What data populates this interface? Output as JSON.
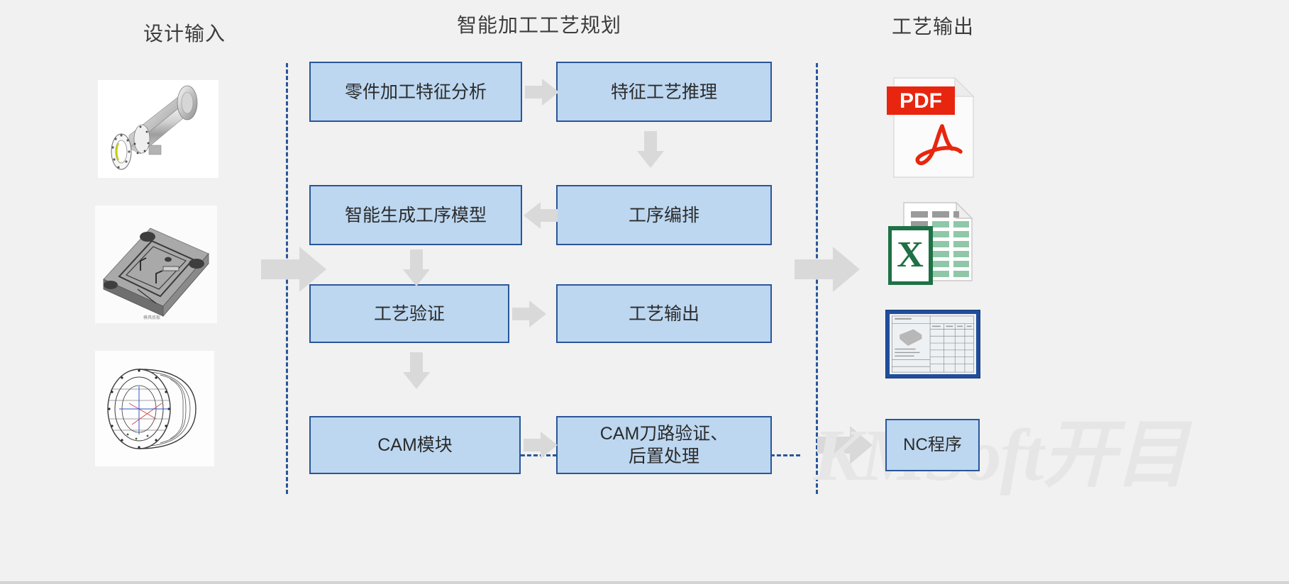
{
  "page": {
    "background_color": "#f1f1f1",
    "box_fill": "#bdd7f0",
    "box_border": "#2a5699",
    "arrow_color": "#d9d9d9",
    "dash_color": "#2a5699",
    "watermark_text": "KMSoft开目"
  },
  "columns": {
    "input_title": "设计输入",
    "center_title": "智能加工工艺规划",
    "output_title": "工艺输出"
  },
  "process_boxes": [
    {
      "id": "feature-analysis",
      "label": "零件加工特征分析"
    },
    {
      "id": "feature-reasoning",
      "label": "特征工艺推理"
    },
    {
      "id": "generate-process-model",
      "label": "智能生成工序模型"
    },
    {
      "id": "process-sequencing",
      "label": "工序编排"
    },
    {
      "id": "process-verification",
      "label": "工艺验证"
    },
    {
      "id": "process-output",
      "label": "工艺输出"
    },
    {
      "id": "cam-module",
      "label": "CAM模块"
    },
    {
      "id": "cam-path-verification",
      "label": "CAM刀路验证、\n后置处理"
    }
  ],
  "output_box": {
    "label": "NC程序"
  },
  "input_thumbnails": [
    {
      "id": "cylindrical-flange-part",
      "alt": "圆柱法兰零件三维模型"
    },
    {
      "id": "mold-base-plate",
      "alt": "模具底板三维模型"
    },
    {
      "id": "engine-casing",
      "alt": "机匣回转体三维模型"
    }
  ],
  "output_icons": [
    {
      "id": "pdf-file",
      "label": "PDF"
    },
    {
      "id": "excel-file",
      "label": "X"
    },
    {
      "id": "drawing-sheet",
      "label": ""
    }
  ],
  "arrows": [
    {
      "id": "feature-analysis-to-reasoning",
      "direction": "right"
    },
    {
      "id": "reasoning-to-sequencing",
      "direction": "down"
    },
    {
      "id": "sequencing-to-generate-model",
      "direction": "left"
    },
    {
      "id": "generate-model-to-verification",
      "direction": "down"
    },
    {
      "id": "verification-to-output",
      "direction": "right"
    },
    {
      "id": "output-to-cam",
      "direction": "down"
    },
    {
      "id": "cam-to-cam-verification",
      "direction": "right"
    },
    {
      "id": "design-input-to-planning",
      "direction": "right"
    },
    {
      "id": "planning-to-output",
      "direction": "right"
    },
    {
      "id": "cam-verification-to-nc",
      "direction": "right"
    }
  ]
}
